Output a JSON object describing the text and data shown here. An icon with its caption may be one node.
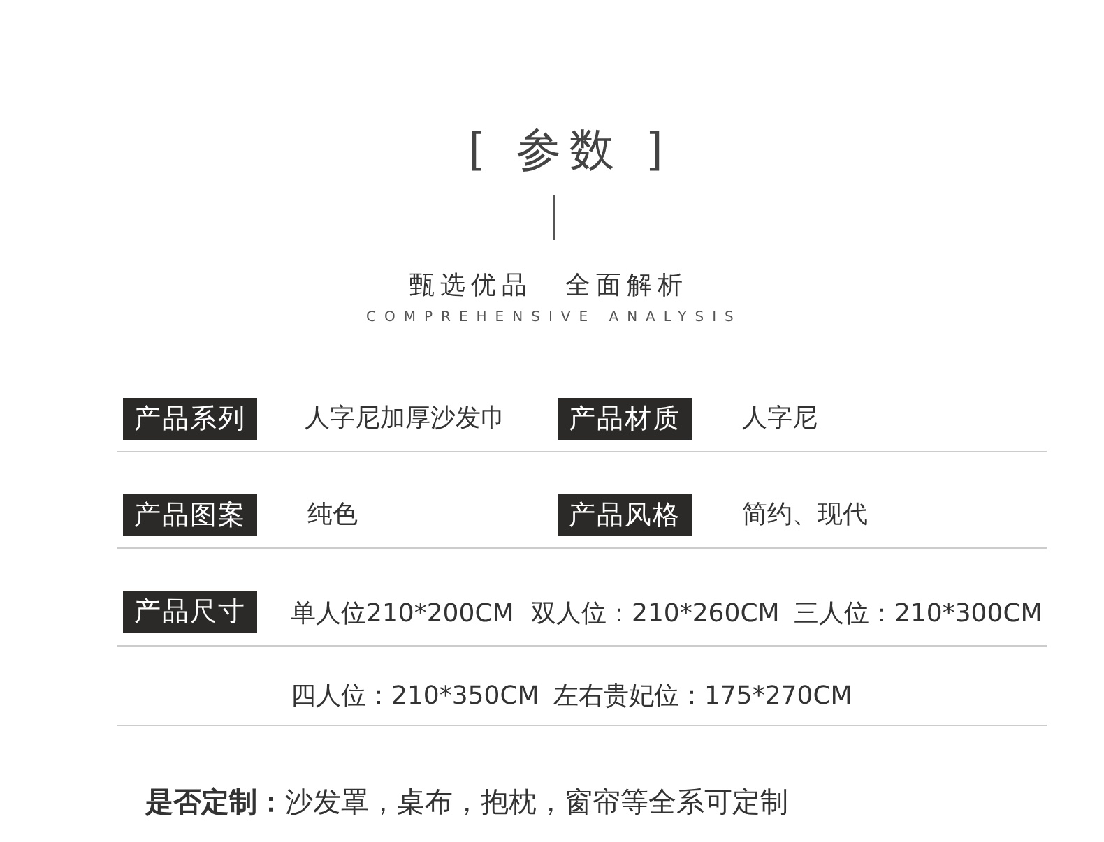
{
  "diagram": {
    "title": "[ 参数 ]",
    "labels": [
      "甄选优品 全面解析",
      "COMPREHENSIVE ANALYSIS",
      "产品系列",
      "人字尼加厚沙发巾",
      "产品材质",
      "人字尼",
      "产品图案",
      "纯色",
      "产品风格",
      "简约、现代",
      "产品尺寸",
      "单人位210*200CM",
      "双人位：210*260CM",
      "三人位：210*300CM",
      "四人位：210*350CM",
      "左右贵妃位：175*270CM",
      "**是否定制：**沙发罩，桌布，抱枕，窗帘等全系可定制"
    ]
  }
}
